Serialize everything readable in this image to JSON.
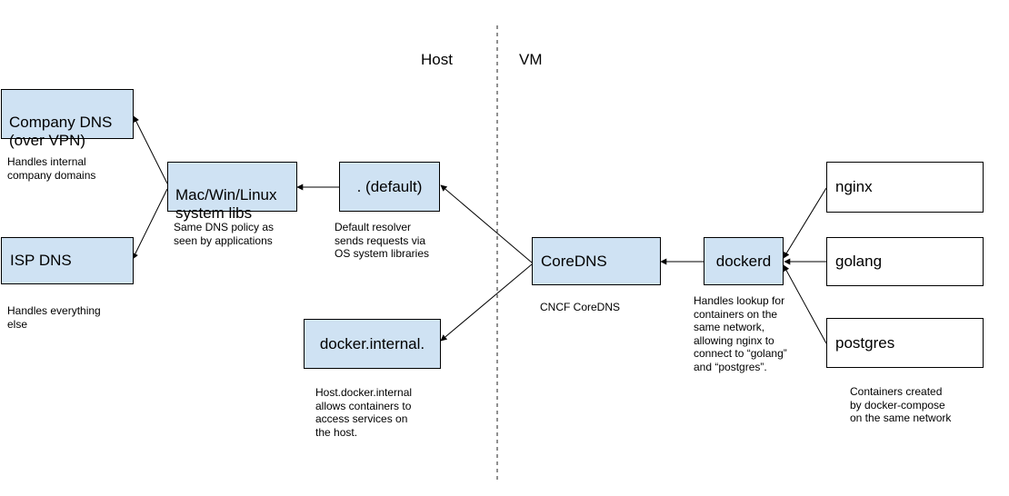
{
  "zones": {
    "host": "Host",
    "vm": "VM"
  },
  "boxes": {
    "company_dns": "Company DNS\n(over VPN)",
    "isp_dns": "ISP DNS",
    "system_libs": "Mac/Win/Linux\nsystem libs",
    "default_zone": ". (default)",
    "docker_internal": "docker.internal.",
    "coredns": "CoreDNS",
    "dockerd": "dockerd",
    "nginx": "nginx",
    "golang": "golang",
    "postgres": "postgres"
  },
  "notes": {
    "company_dns": "Handles internal\ncompany domains",
    "isp_dns": "Handles everything\nelse",
    "system_libs": "Same DNS policy as\nseen by applications",
    "default_zone": "Default resolver\nsends requests via\nOS system libraries",
    "docker_internal": "Host.docker.internal\nallows containers to\naccess services on\nthe host.",
    "coredns": "CNCF CoreDNS",
    "dockerd": "Handles lookup for\ncontainers on the\nsame network,\nallowing nginx to\nconnect to “golang”\nand “postgres”.",
    "containers": "Containers created\nby docker-compose\non the same network"
  },
  "colors": {
    "box_fill": "#cfe2f3",
    "container_fill": "#ffffff",
    "stroke": "#000000"
  }
}
